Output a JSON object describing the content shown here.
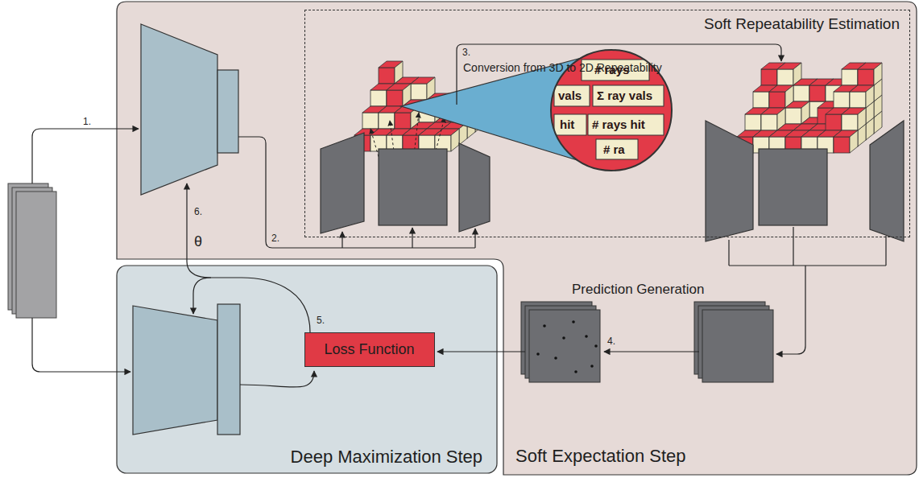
{
  "diagram": {
    "nodes": [
      {
        "text": [
          "Soft Expectation Step"
        ]
      },
      {
        "text": [
          "Deep Maximization Step"
        ]
      },
      {
        "text": [
          "Soft Repeatability Estimation"
        ],
        "in": 0
      },
      {
        "text": [
          "Loss Function"
        ],
        "in": 1
      }
    ],
    "labels": [
      "1.",
      "2.",
      "3.",
      "Conversion from 3D to 2D Repeatability",
      "# rays",
      "vals",
      "Σ ray vals",
      "hit",
      "# rays hit",
      "# ra",
      "Prediction Generation",
      "4.",
      "5.",
      "6.",
      "θ"
    ]
  }
}
